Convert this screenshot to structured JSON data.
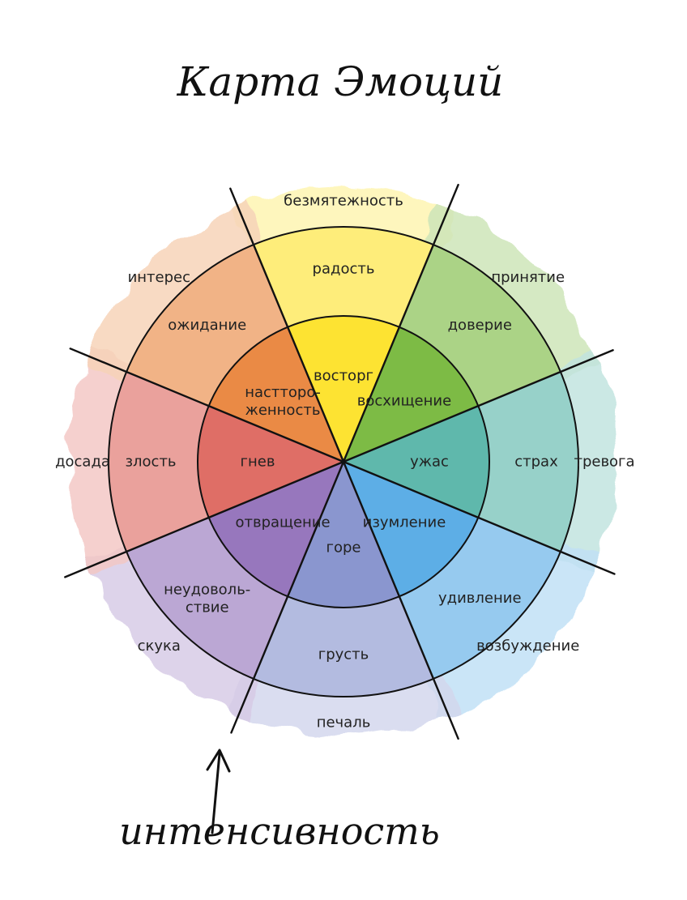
{
  "title": "Карта Эмоций",
  "axis_label": "интенсивность",
  "sectors": [
    {
      "id": "yellow",
      "color": "#fde332",
      "inner": "восторг",
      "middle": "радость",
      "outer": "безмятежность"
    },
    {
      "id": "green",
      "color": "#7dbb45",
      "inner": "восхищение",
      "middle": "доверие",
      "outer": "принятие"
    },
    {
      "id": "teal",
      "color": "#5fb8ac",
      "inner": "ужас",
      "middle": "страх",
      "outer": "тревога"
    },
    {
      "id": "blue",
      "color": "#5daee6",
      "inner": "изумление",
      "middle": "удивление",
      "outer": "возбуждение"
    },
    {
      "id": "slate",
      "color": "#8a96cf",
      "inner": "горе",
      "middle": "грусть",
      "outer": "печаль"
    },
    {
      "id": "purple",
      "color": "#9777bd",
      "inner": "отвращение",
      "middle": [
        "неудоволь-",
        "ствие"
      ],
      "outer": "скука"
    },
    {
      "id": "red",
      "color": "#df6e66",
      "inner": "гнев",
      "middle": "злость",
      "outer": "досада"
    },
    {
      "id": "orange",
      "color": "#ea8a45",
      "inner": [
        "настторо-",
        "женность"
      ],
      "middle": "ожидание",
      "outer": "интерес"
    }
  ]
}
